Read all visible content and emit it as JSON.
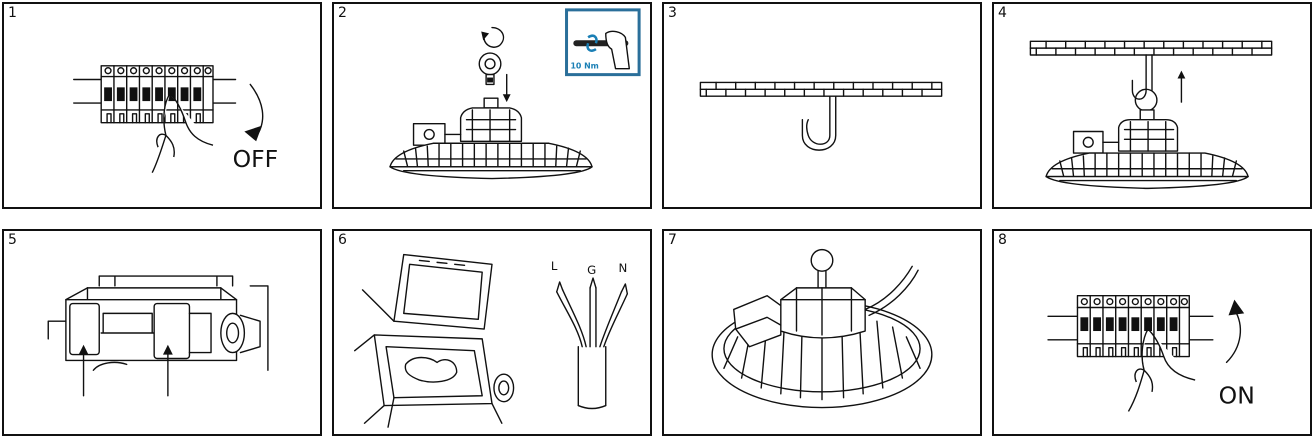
{
  "steps": [
    {
      "number": "1",
      "label": "OFF"
    },
    {
      "number": "2",
      "torque": "10 Nm"
    },
    {
      "number": "3"
    },
    {
      "number": "4"
    },
    {
      "number": "5"
    },
    {
      "number": "6",
      "wires": [
        "L",
        "G",
        "N"
      ]
    },
    {
      "number": "7"
    },
    {
      "number": "8",
      "label": "ON"
    }
  ],
  "colors": {
    "line": "#111111",
    "accent": "#1a7fb5"
  }
}
